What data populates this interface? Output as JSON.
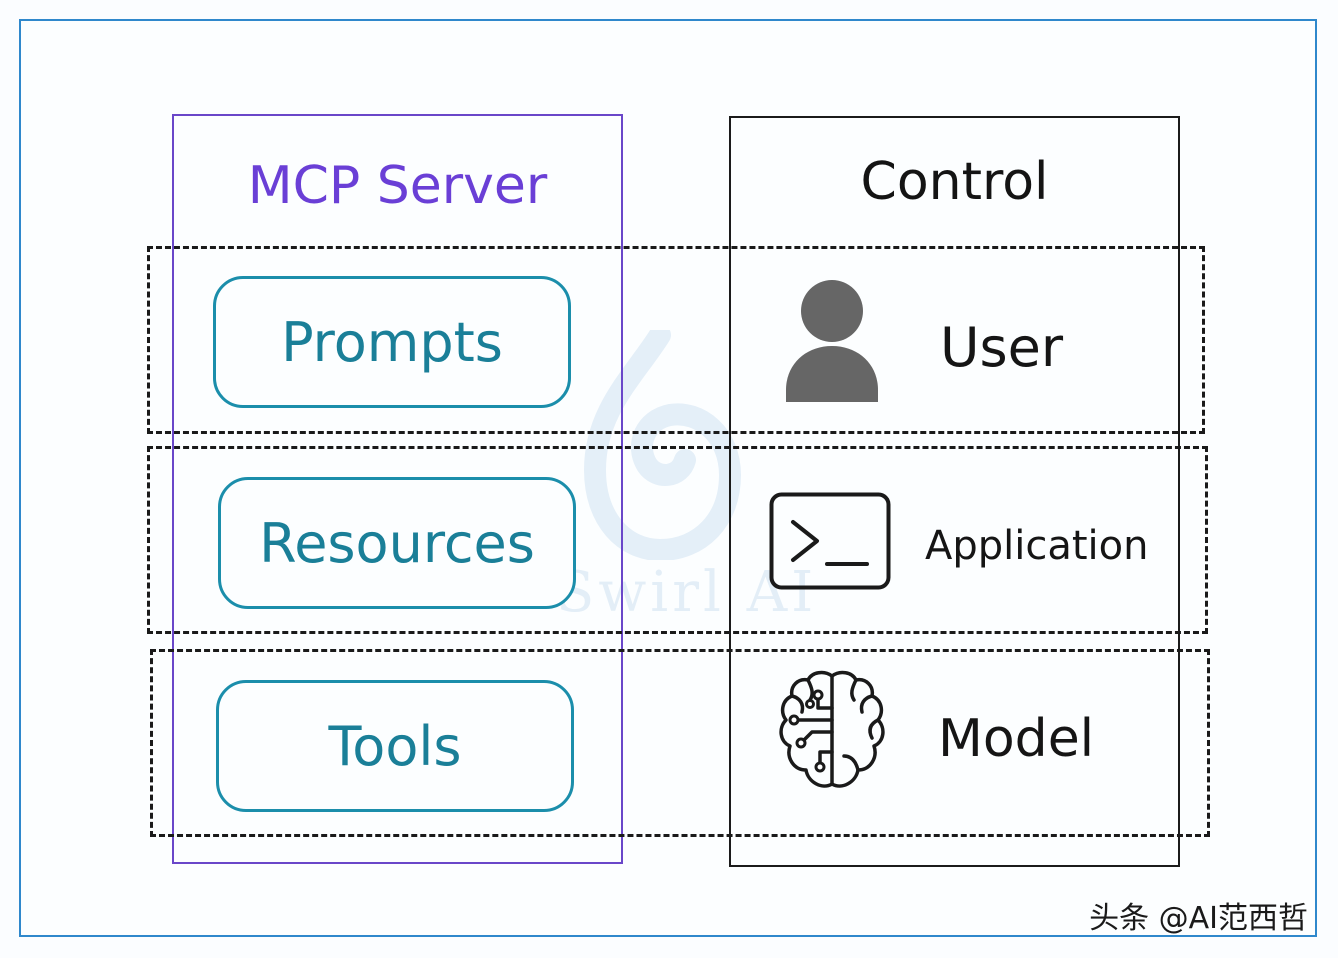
{
  "server": {
    "title": "MCP Server"
  },
  "control": {
    "title": "Control"
  },
  "rows": [
    {
      "primitive": "Prompts",
      "controller": "User",
      "icon": "user-icon"
    },
    {
      "primitive": "Resources",
      "controller": "Application",
      "icon": "terminal-icon"
    },
    {
      "primitive": "Tools",
      "controller": "Model",
      "icon": "brain-icon"
    }
  ],
  "watermark": "Swirl AI",
  "credit": "头条 @AI范西哲",
  "colors": {
    "server_border": "#6a47c9",
    "server_title": "#6a3fd6",
    "pill_border": "#1b8eab",
    "pill_text": "#1a7f98",
    "frame_border": "#2f88cc",
    "user_icon": "#666666"
  }
}
